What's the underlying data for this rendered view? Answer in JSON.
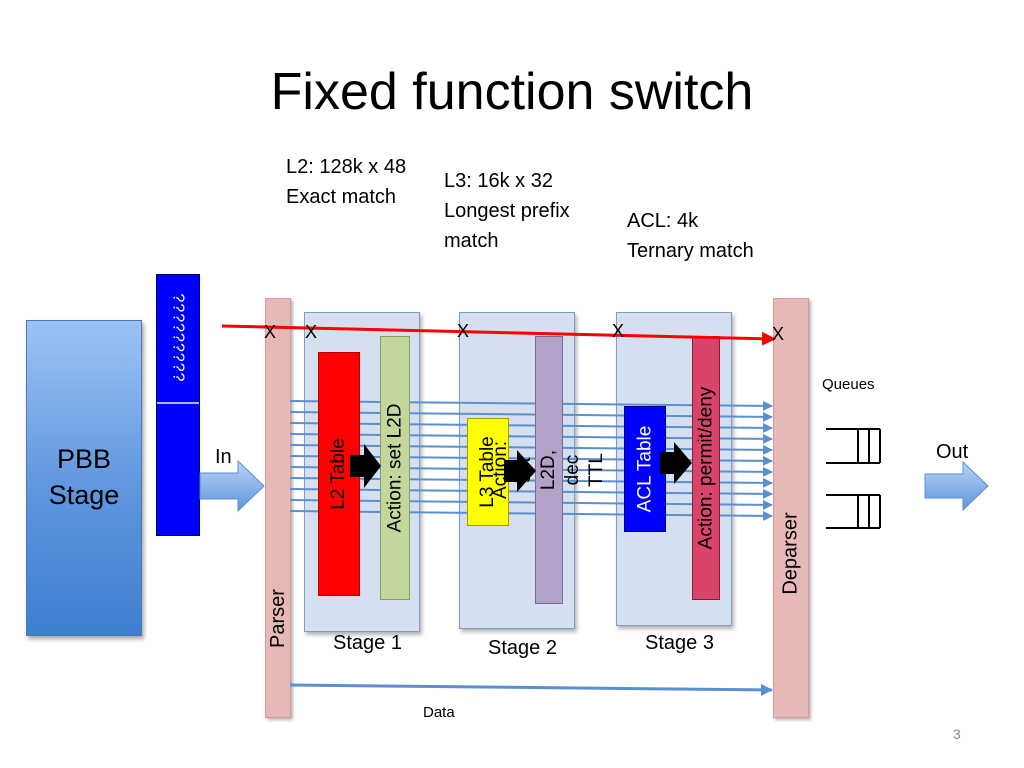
{
  "title": "Fixed function switch",
  "annotations": {
    "l2": [
      "L2: 128k x 48",
      "Exact match"
    ],
    "l3": [
      "L3: 16k x 32",
      "Longest prefix",
      "match"
    ],
    "acl": [
      "ACL: 4k",
      "Ternary match"
    ]
  },
  "pbb_stage": [
    "PBB",
    "Stage"
  ],
  "question_block": "?????????",
  "in_label": "In",
  "out_label": "Out",
  "parser_label": "Parser",
  "deparser_label": "Deparser",
  "queues_label": "Queues",
  "data_label": "Data",
  "x_marks": [
    "X",
    "X",
    "X",
    "X",
    "X"
  ],
  "stages": [
    {
      "label": "Stage 1",
      "table": "L2 Table",
      "action": "Action: set L2D",
      "table_color": "#ff0000",
      "action_color": "#c3d69b"
    },
    {
      "label": "Stage 2",
      "table": "L3 Table",
      "action": "Action: set L2D, dec TTL",
      "table_color": "#ffff00",
      "action_color": "#b3a2c7"
    },
    {
      "label": "Stage 3",
      "table": "ACL Table",
      "action": "Action: permit/deny",
      "table_color": "#0000ff",
      "action_color": "#d9446a"
    }
  ],
  "page_number": "3",
  "colors": {
    "red_line": "#ff0000",
    "bus_line": "#5b8fd0",
    "parser_bar": "#e6b9b8",
    "stage_fill": "#d4e0ef"
  }
}
